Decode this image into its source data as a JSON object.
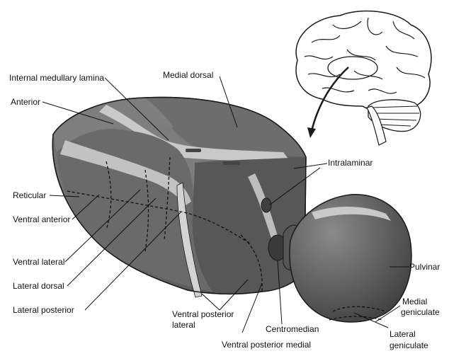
{
  "labels": {
    "internal_medullary_lamina": "Internal medullary lamina",
    "medial_dorsal": "Medial dorsal",
    "anterior": "Anterior",
    "intralaminar": "Intralaminar",
    "reticular": "Reticular",
    "ventral_anterior": "Ventral anterior",
    "ventral_lateral": "Ventral lateral",
    "lateral_dorsal": "Lateral dorsal",
    "lateral_posterior": "Lateral posterior",
    "ventral_posterior_lateral_1": "Ventral posterior",
    "ventral_posterior_lateral_2": "lateral",
    "centromedian": "Centromedian",
    "ventral_posterior_medial": "Ventral posterior medial",
    "pulvinar": "Pulvinar",
    "medial_geniculate_1": "Medial",
    "medial_geniculate_2": "geniculate",
    "lateral_geniculate_1": "Lateral",
    "lateral_geniculate_2": "geniculate"
  },
  "colors": {
    "dark_region": "#5b5b5b",
    "mid_region": "#7a7a7a",
    "light_band": "#c9c9c9",
    "outline": "#1a1a1a"
  }
}
